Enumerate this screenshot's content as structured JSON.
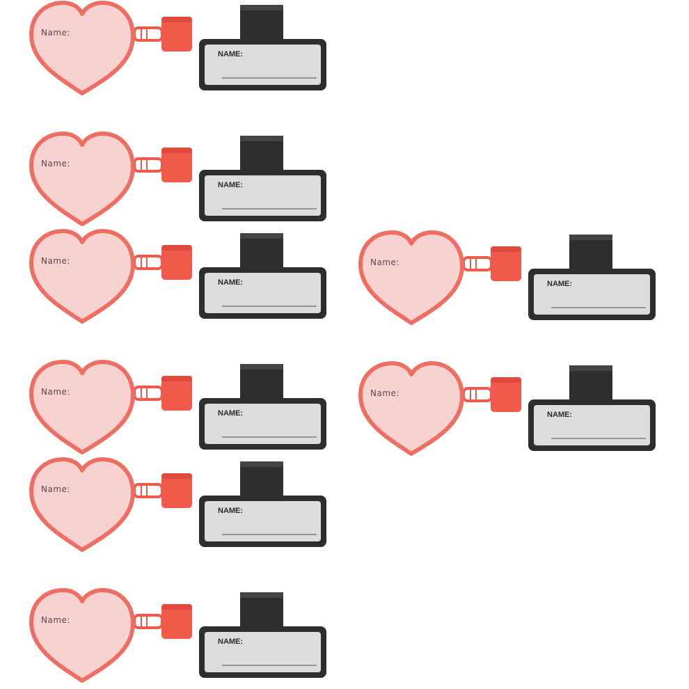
{
  "tag_sets": [
    {
      "heart_label": "Name:",
      "clip_label": "NAME:"
    },
    {
      "heart_label": "Name:",
      "clip_label": "NAME:"
    },
    {
      "heart_label": "Name:",
      "clip_label": "NAME:"
    },
    {
      "heart_label": "Name:",
      "clip_label": "NAME:"
    },
    {
      "heart_label": "Name:",
      "clip_label": "NAME:"
    },
    {
      "heart_label": "Name:",
      "clip_label": "NAME:"
    },
    {
      "heart_label": "Name:",
      "clip_label": "NAME:"
    },
    {
      "heart_label": "Name:",
      "clip_label": "NAME:"
    }
  ],
  "colors": {
    "heart_rim": "#ee6e62",
    "heart_fill": "#f8d2d0",
    "clip_red": "#f15a4a",
    "clip_body": "#2e2e2e",
    "clip_panel": "#dcdcdc"
  }
}
